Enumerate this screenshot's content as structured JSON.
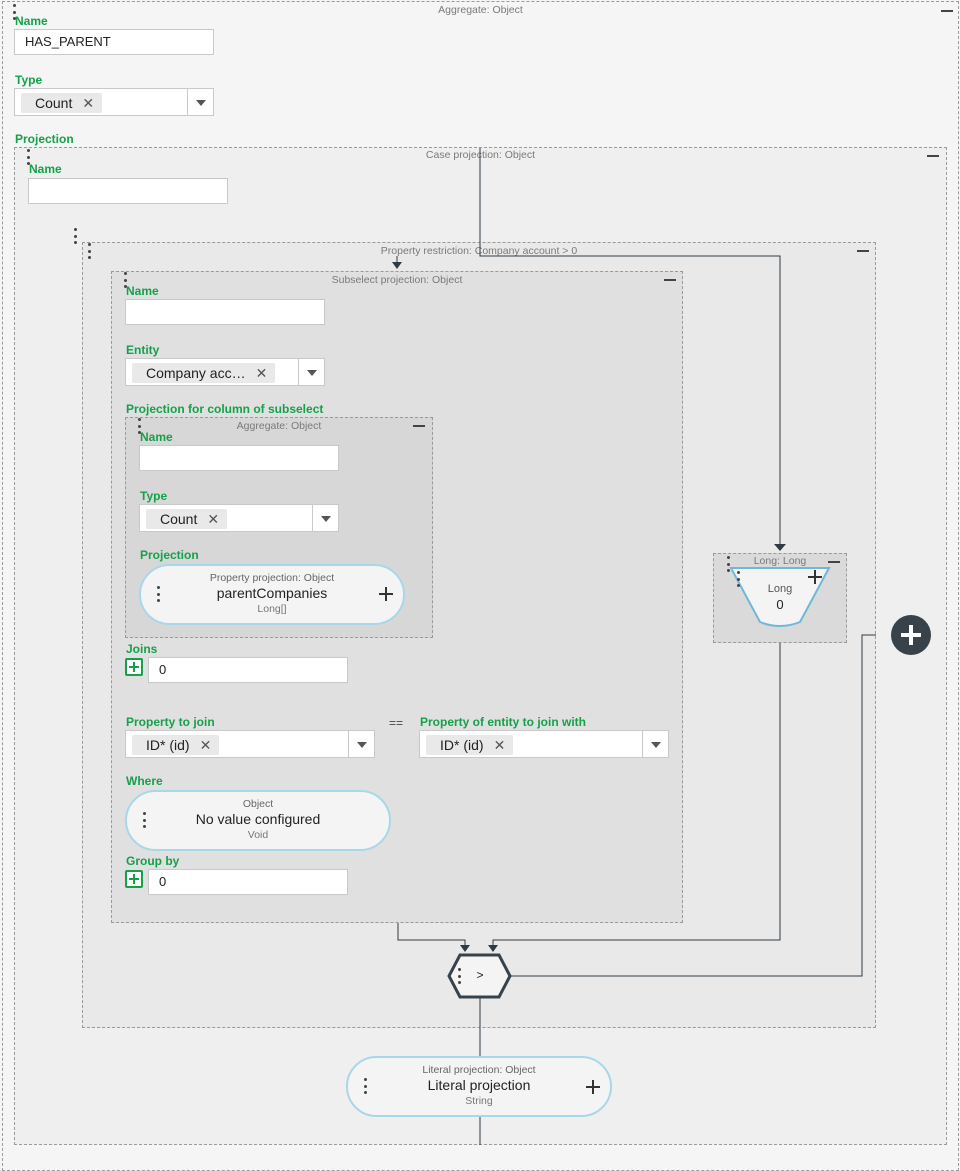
{
  "aggregate": {
    "title": "Aggregate: Object",
    "name_label": "Name",
    "name_value": "HAS_PARENT",
    "type_label": "Type",
    "type_value": "Count",
    "projection_label": "Projection"
  },
  "case_projection": {
    "title": "Case projection: Object",
    "name_label": "Name",
    "name_value": ""
  },
  "property_restriction": {
    "title": "Property restriction: Company account > 0"
  },
  "subselect": {
    "title": "Subselect projection: Object",
    "name_label": "Name",
    "name_value": "",
    "entity_label": "Entity",
    "entity_value": "Company acc…",
    "projection_label": "Projection for column of subselect",
    "joins_label": "Joins",
    "joins_value": "0",
    "property_to_join_label": "Property to join",
    "property_to_join_value": "ID* (id)",
    "equals": "==",
    "property_entity_join_label": "Property of entity to join with",
    "property_entity_join_value": "ID* (id)",
    "where_label": "Where",
    "where": {
      "top": "Object",
      "main": "No value configured",
      "bottom": "Void"
    },
    "group_by_label": "Group by",
    "group_by_value": "0"
  },
  "inner_aggregate": {
    "title": "Aggregate: Object",
    "name_label": "Name",
    "name_value": "",
    "type_label": "Type",
    "type_value": "Count",
    "projection_label": "Projection",
    "property_projection": {
      "top": "Property projection: Object",
      "main": "parentCompanies",
      "bottom": "Long[]"
    }
  },
  "long_node": {
    "title": "Long: Long",
    "type": "Long",
    "value": "0"
  },
  "comparison": {
    "operator": ">"
  },
  "literal_projection": {
    "top": "Literal projection: Object",
    "main": "Literal projection",
    "bottom": "String"
  },
  "colors": {
    "accent_green": "#15a14a",
    "pill_border": "#a9d7ea",
    "fab": "#37424a",
    "wire": "#2e3a44"
  },
  "icons": [
    "more-vert-icon",
    "minus-icon",
    "plus-icon",
    "close-icon",
    "dropdown-caret-icon",
    "add-box-icon"
  ]
}
